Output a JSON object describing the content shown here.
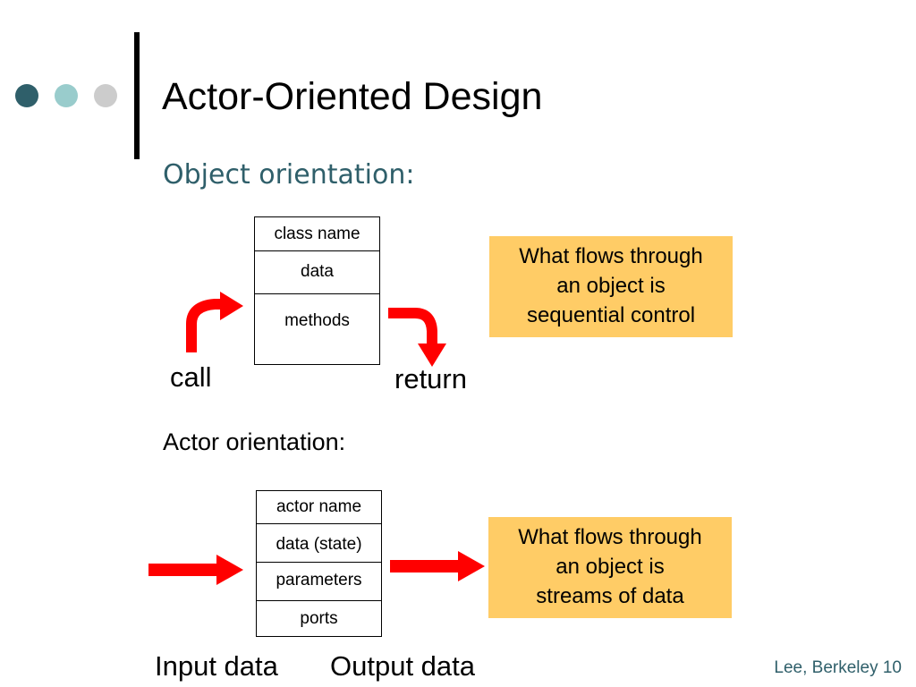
{
  "slide": {
    "title": "Actor-Oriented Design",
    "footer": "Lee, Berkeley 10"
  },
  "decor": {
    "dot_colors": [
      "#2f5f6a",
      "#99cccc",
      "#cccccc"
    ],
    "arrow_color": "#ff0000",
    "note_color": "#ffcc66"
  },
  "object_section": {
    "heading": "Object orientation:",
    "box": {
      "header": "class name",
      "rows": [
        "data",
        "methods"
      ]
    },
    "call_label": "call",
    "return_label": "return",
    "note_lines": [
      "What flows through",
      "an object is",
      "sequential control"
    ]
  },
  "actor_section": {
    "heading": "Actor orientation:",
    "box": {
      "header": "actor name",
      "rows": [
        "data (state)",
        "parameters",
        "ports"
      ]
    },
    "input_label": "Input data",
    "output_label": "Output data",
    "note_lines": [
      "What flows through",
      "an object is",
      "streams of data"
    ]
  }
}
